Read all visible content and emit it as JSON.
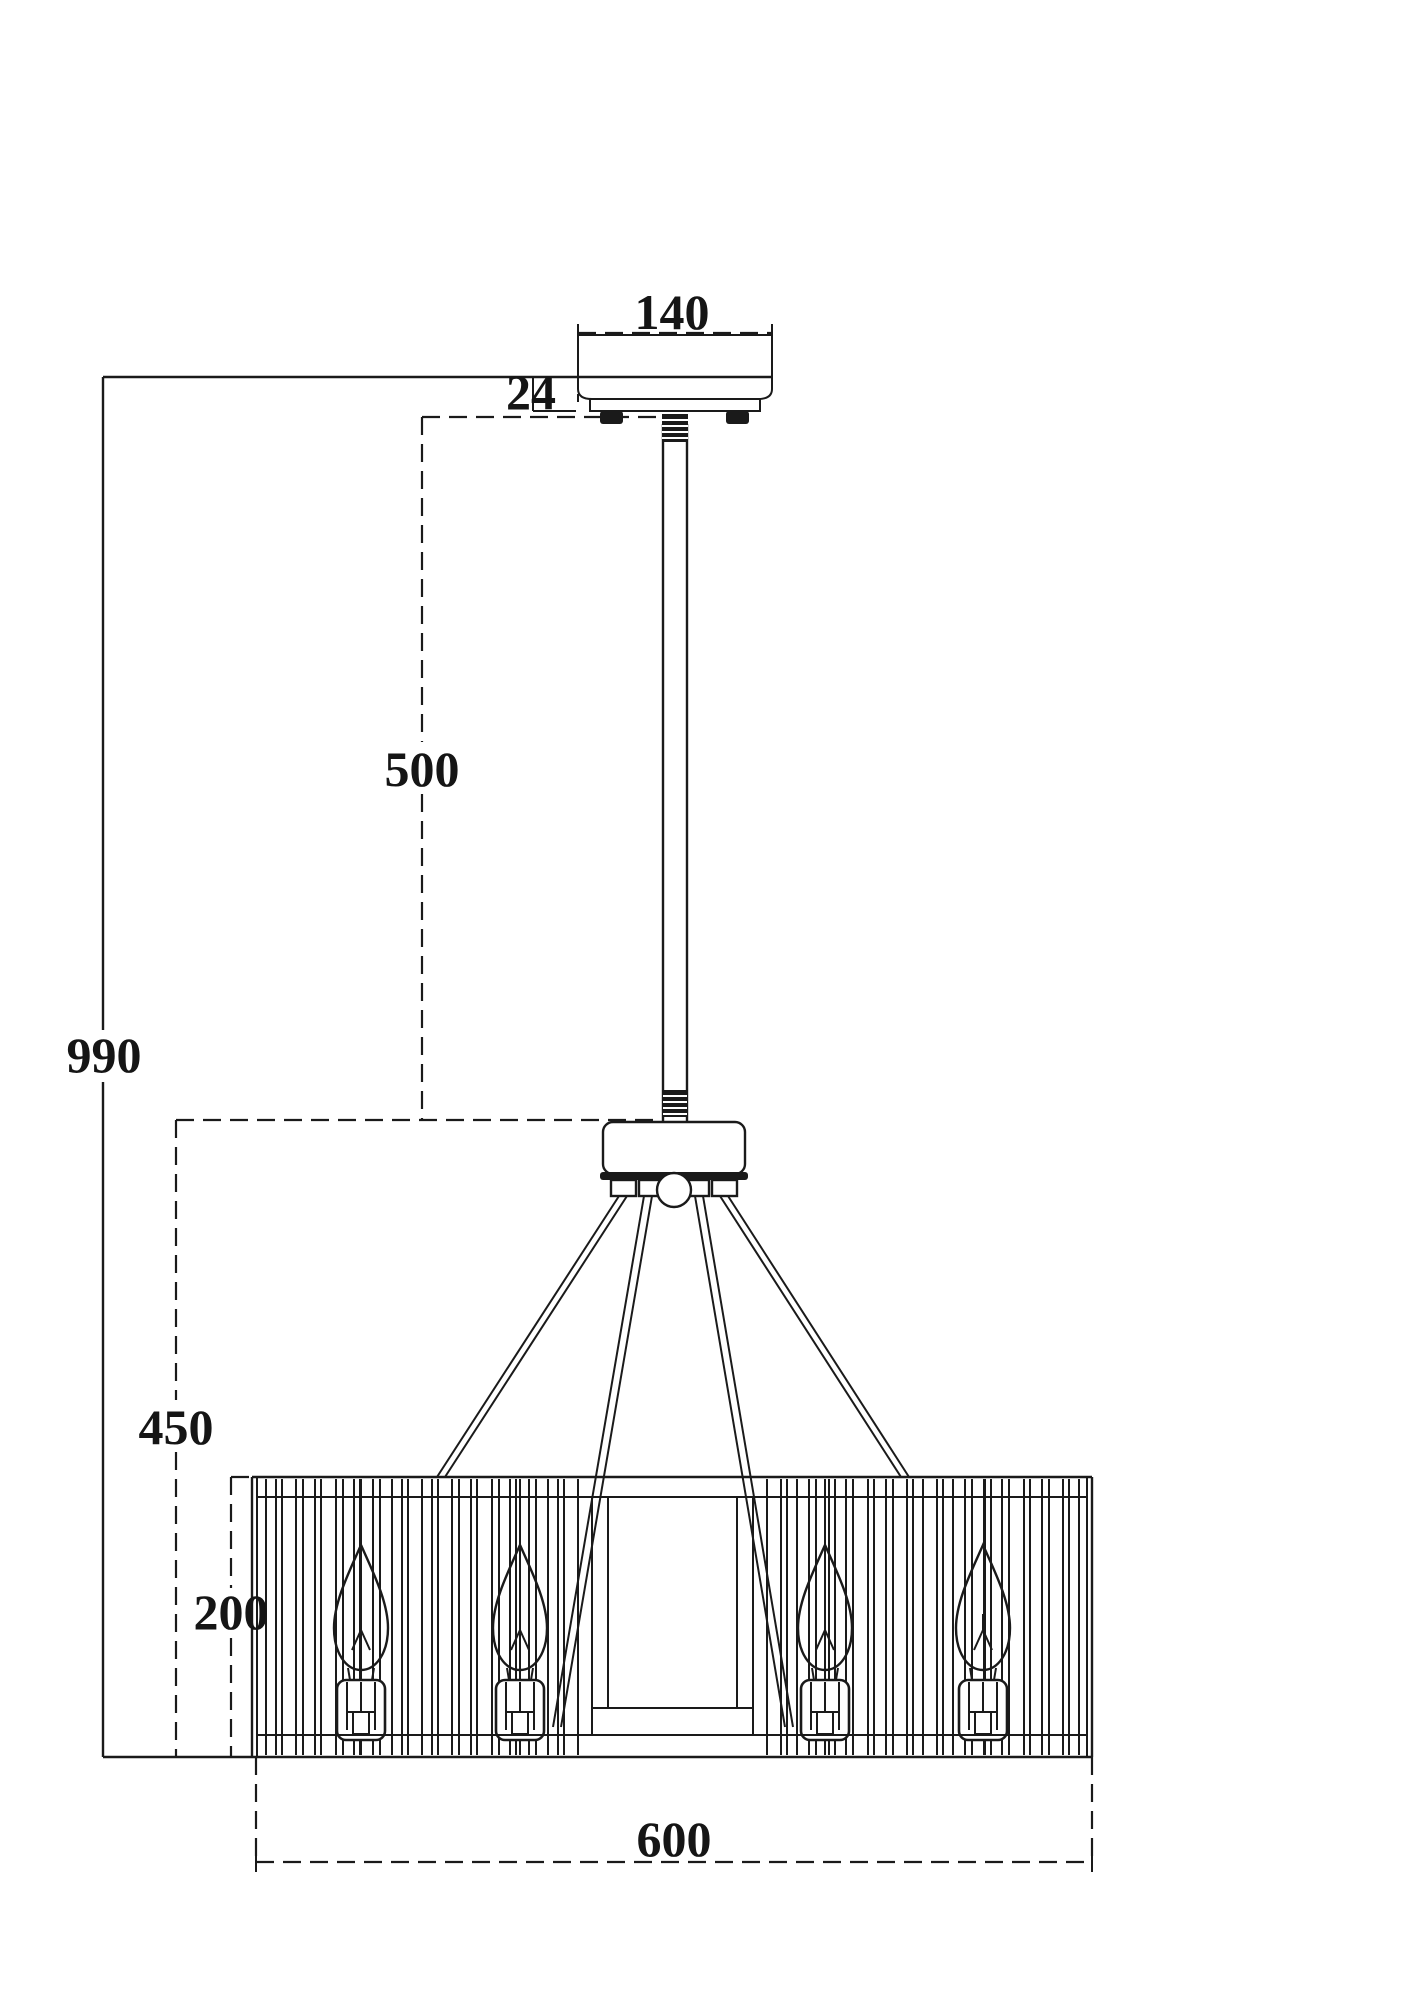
{
  "drawing": {
    "kind": "pendant-chandelier dimensional line drawing",
    "colors": {
      "line": "#1a1a1a",
      "background": "#ffffff"
    },
    "dimensions": {
      "canopy_width": "140",
      "canopy_drop": "24",
      "rod_length": "500",
      "overall_drop": "990",
      "lower_assembly_drop": "450",
      "shade_height": "200",
      "shade_diameter": "600"
    }
  }
}
